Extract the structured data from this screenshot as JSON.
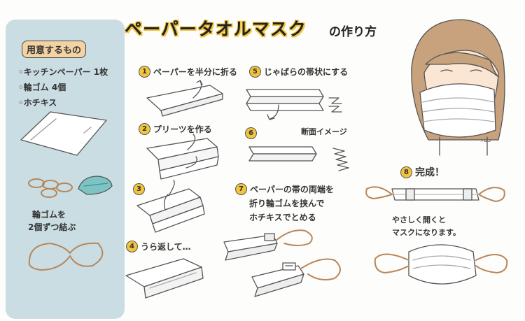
{
  "title": "ペーパータオルマスク",
  "subtitle": "の作り方",
  "materials": {
    "heading": "用意するもの",
    "items": [
      "◦キッチンペーパー 1枚",
      "◦輪ゴム 4個",
      "◦ホチキス"
    ],
    "note_line1": "輪ゴムを",
    "note_line2": "2個ずつ結ぶ"
  },
  "steps": [
    {
      "num": "1",
      "text": "ペーパーを半分に折る"
    },
    {
      "num": "2",
      "text": "プリーツを作る"
    },
    {
      "num": "3",
      "text": ""
    },
    {
      "num": "4",
      "text": "うら返して…"
    },
    {
      "num": "5",
      "text": "じゃばらの帯状にする"
    },
    {
      "num": "6",
      "text": ""
    },
    {
      "num": "7",
      "text_line1": "ペーパーの帯の両端を",
      "text_line2": "折り輪ゴムを挟んで",
      "text_line3": "ホチキスでとめる"
    },
    {
      "num": "8",
      "text": "完成！"
    }
  ],
  "cross_section_label": "断面イメージ",
  "finish_note_line1": "やさしく開くと",
  "finish_note_line2": "マスクになります。",
  "signature": "TB3",
  "colors": {
    "panel": "#c9dde3",
    "accent": "#f2c53d",
    "rubber": "#b8865a",
    "stapler": "#7cc4c4"
  }
}
